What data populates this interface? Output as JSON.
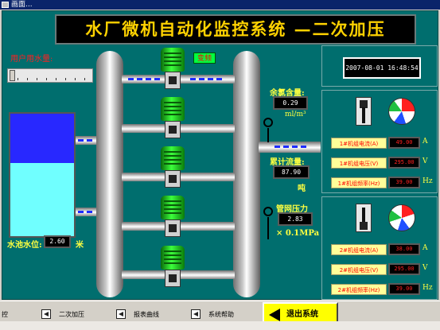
{
  "window": {
    "title": "画面..."
  },
  "banner": {
    "title": "水厂微机自动化监控系统 —二次加压"
  },
  "left": {
    "water_usage_label": "用户用水量:",
    "tank_level_label": "水池水位:",
    "tank_level_value": "2.60",
    "tank_level_unit": "米",
    "tank_fill_fraction": 0.6
  },
  "center": {
    "freq_label": "变频",
    "chlorine_label": "余氯含量:",
    "chlorine_value": "0.29",
    "chlorine_unit": "ml/m³",
    "flow_label": "累计流量:",
    "flow_value": "87.90",
    "flow_unit": "吨",
    "pressure_label": "管网压力",
    "pressure_value": "2.83",
    "pressure_unit": "× 0.1MPa"
  },
  "right": {
    "datetime": "2007-08-01 16:48:54",
    "unit1": {
      "rows": [
        {
          "label": "1#机组电流(A)",
          "value": "49.00",
          "unit": "A"
        },
        {
          "label": "1#机组电压(V)",
          "value": "295.00",
          "unit": "V"
        },
        {
          "label": "1#机组频率(Hz)",
          "value": "39.00",
          "unit": "Hz"
        }
      ]
    },
    "unit2": {
      "rows": [
        {
          "label": "2#机组电流(A)",
          "value": "38.00",
          "unit": "A"
        },
        {
          "label": "2#机组电压(V)",
          "value": "295.00",
          "unit": "V"
        },
        {
          "label": "2#机组频率(Hz)",
          "value": "39.00",
          "unit": "Hz"
        }
      ]
    }
  },
  "taskbar": {
    "left_stub": "控",
    "buttons": [
      "二次加压",
      "报表曲线",
      "系统帮助"
    ],
    "exit_label": "退出系统"
  },
  "colors": {
    "screen_bg": "#006e6e",
    "banner_text": "#ffd200",
    "label_red": "#ff2020",
    "label_yellow": "#ffff40",
    "tank_water": "#70ffff",
    "pump_green": "#3cff3c",
    "exit_button": "#ffff00"
  }
}
